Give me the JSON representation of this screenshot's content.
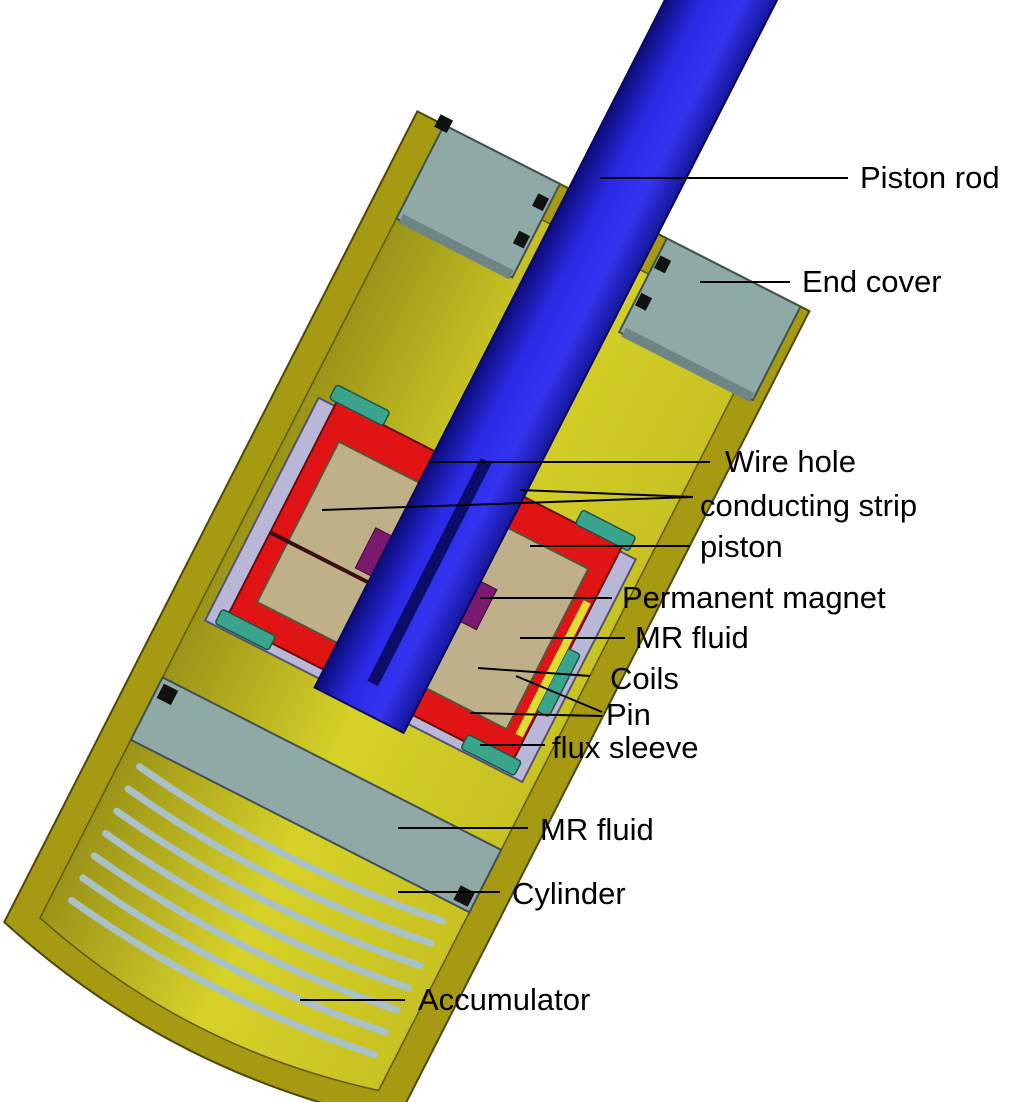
{
  "labels": {
    "piston_rod": "Piston rod",
    "end_cover": "End cover",
    "wire_hole": "Wire hole",
    "conducting_strip": "conducting strip",
    "piston": "piston",
    "permanent_magnet": "Permanent magnet",
    "mr_fluid_gap": "MR fluid",
    "coils": "Coils",
    "pin": "Pin",
    "flux_sleeve": "flux sleeve",
    "mr_fluid_chamber": "MR fluid",
    "cylinder": "Cylinder",
    "accumulator": "Accumulator"
  },
  "colors": {
    "cylinder_outer": "#a59a12",
    "cylinder_inner": "#d2cf22",
    "mr_fluid": "#c9c52a",
    "piston_rod": "#2626e0",
    "piston_rod_dark": "#10108a",
    "end_cover": "#8fa9a7",
    "piston": "#e01414",
    "coil": "#bfb08a",
    "magnet": "#7a1a6e",
    "pin": "#3aa58c",
    "flux_sleeve": "#b9b7d8",
    "spring": "#a9c2c8"
  }
}
